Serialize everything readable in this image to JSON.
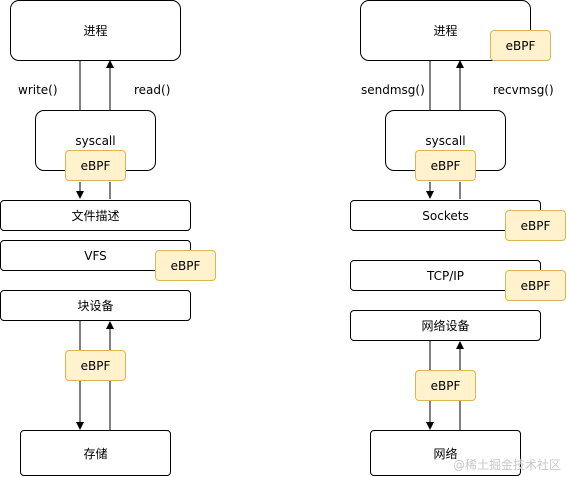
{
  "left": {
    "process": "进程",
    "write_label": "write()",
    "read_label": "read()",
    "syscall": "syscall",
    "syscall_ebpf": "eBPF",
    "file_desc": "文件描述",
    "vfs": "VFS",
    "vfs_ebpf": "eBPF",
    "block_device": "块设备",
    "block_ebpf": "eBPF",
    "storage": "存储"
  },
  "right": {
    "process": "进程",
    "process_ebpf": "eBPF",
    "sendmsg_label": "sendmsg()",
    "recvmsg_label": "recvmsg()",
    "syscall": "syscall",
    "syscall_ebpf": "eBPF",
    "sockets": "Sockets",
    "sockets_ebpf": "eBPF",
    "tcpip": "TCP/IP",
    "tcpip_ebpf": "eBPF",
    "net_device": "网络设备",
    "net_ebpf": "eBPF",
    "network": "网络"
  },
  "watermark": "@稀土掘金技术社区",
  "colors": {
    "ebpf_fill": "#fff2cc",
    "ebpf_border": "#d6b656",
    "line": "#000000"
  }
}
